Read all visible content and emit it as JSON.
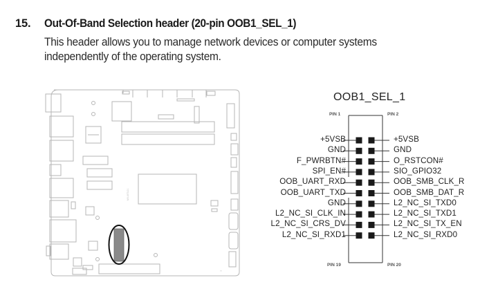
{
  "section": {
    "number": "15.",
    "title": "Out-Of-Band Selection header (20-pin OOB1_SEL_1)",
    "description_lines": [
      "This header allows you to manage network devices or computer systems",
      "independently of the operating system."
    ]
  },
  "connector": {
    "name": "OOB1_SEL_1",
    "pin_corner_labels": {
      "top_left": "PIN 1",
      "top_right": "PIN 2",
      "bottom_left": "PIN 19",
      "bottom_right": "PIN 20"
    },
    "left_pins": [
      "+5VSB",
      "GND",
      "F_PWRBTN#",
      "SPI_EN#",
      "OOB_UART_RXD",
      "OOB_UART_TXD",
      "GND",
      "L2_NC_SI_CLK_IN",
      "L2_NC_SI_CRS_DV",
      "L2_NC_SI_RXD1"
    ],
    "right_pins": [
      "+5VSB",
      "GND",
      "O_RSTCON#",
      "SIO_GPIO32",
      "OOB_SMB_CLK_R",
      "OOB_SMB_DAT_R",
      "L2_NC_SI_TXD0",
      "L2_NC_SI_TXD1",
      "L2_NC_SI_TX_EN",
      "L2_NC_SI_RXD0"
    ],
    "pin_color": "#1a1a1a"
  },
  "board": {
    "outline_color": "#b5b5b5",
    "highlight_color": "#8a8a8a",
    "highlight_ring_color": "#111111"
  }
}
